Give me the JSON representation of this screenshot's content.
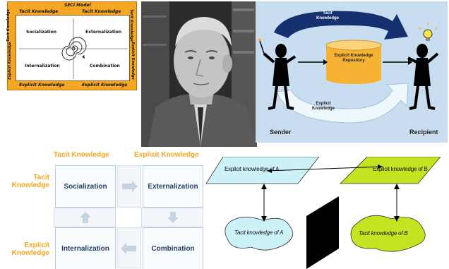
{
  "seci_panel": {
    "title": "SECI Model",
    "top_left": "Tacit Knowledge",
    "top_right": "Tacit Knowledge",
    "bottom_left": "Explicit Knowledge",
    "bottom_right": "Explicit Knowledge",
    "left_upper": "Tacit Knowledge",
    "left_lower": "Explicit Knowledge",
    "right_upper": "Tacit Knowledge",
    "right_lower": "Explicit Knowledge",
    "quadrants": [
      "Socialization",
      "Externalization",
      "Internalization",
      "Combination"
    ],
    "colors": {
      "frame": "#f5a623"
    }
  },
  "photo": {
    "subject": "portrait"
  },
  "transfer_panel": {
    "top_arrow_label": "Tacit Knowledge",
    "repository_label": "Explicit Knowledge Repository",
    "bottom_arrow_label": "Explicit Knowledge",
    "sender": "Sender",
    "recipient": "Recipient",
    "colors": {
      "background": "#c9ddf0",
      "top_arrow": "#14306e",
      "bottom_arrow": "#e8f4fb",
      "repository": "#f6b233"
    }
  },
  "grid_panel": {
    "col_headers": [
      "Tacit Knowledge",
      "Explicit Knowledge"
    ],
    "row_headers": [
      "Tacit Knowledge",
      "Explicit Knowledge"
    ],
    "cells": [
      "Socialization",
      "Externalization",
      "Internalization",
      "Combination"
    ],
    "colors": {
      "header": "#f5a623",
      "cell_text": "#223e63",
      "arrow": "#c5d3e0"
    }
  },
  "explicit_panel": {
    "explicit_a": "Explicit knowledge of A",
    "explicit_b": "Explicit knowledge of B",
    "tacit_a": "Tacit knowledge of A",
    "tacit_b": "Tacit knowledge of B",
    "colors": {
      "a": "#ccf2f7",
      "b": "#c4e321",
      "barrier": "#000000"
    }
  }
}
